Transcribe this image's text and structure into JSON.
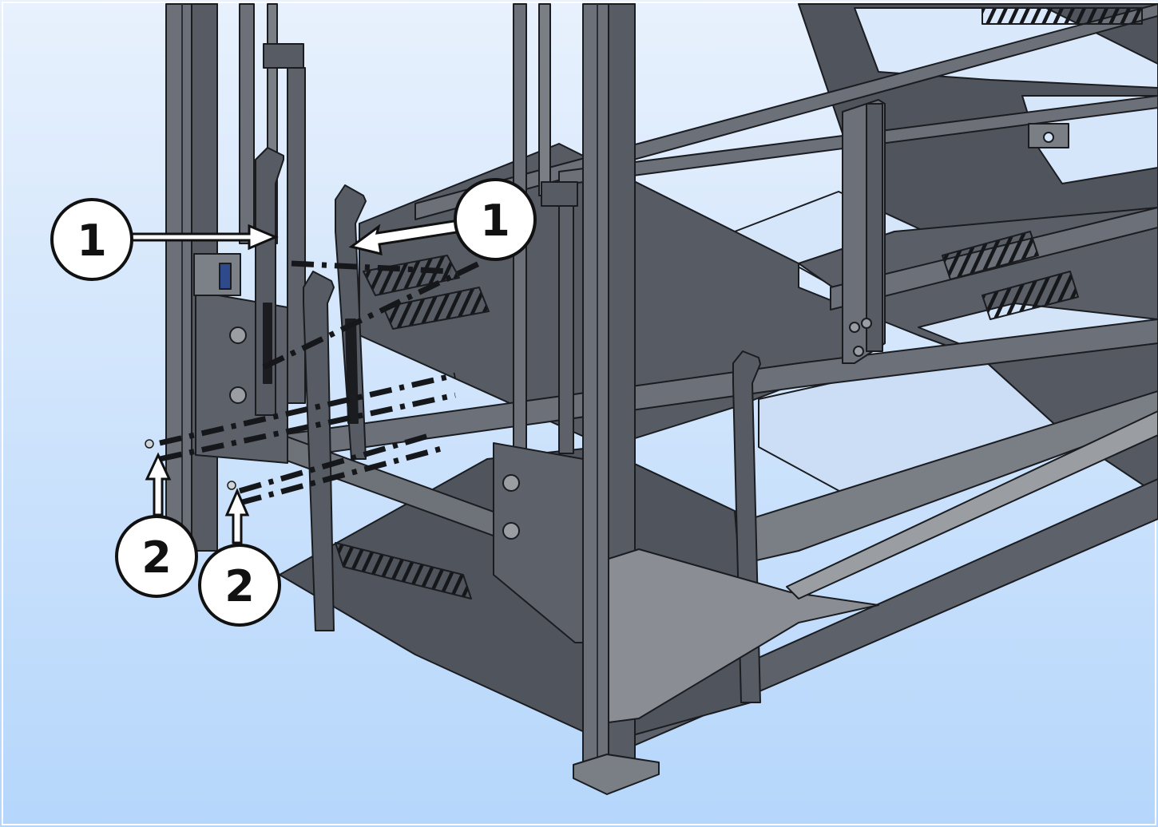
{
  "callouts": [
    {
      "id": "callout-1a",
      "label": "1"
    },
    {
      "id": "callout-1b",
      "label": "1"
    },
    {
      "id": "callout-2a",
      "label": "2"
    },
    {
      "id": "callout-2b",
      "label": "2"
    }
  ],
  "colors": {
    "background_top": "#e8f1fd",
    "background_bottom": "#b5d6fb",
    "steel_dark": "#50555d",
    "steel_mid": "#6b7079",
    "steel_light": "#888c92",
    "outline": "#1a1c20",
    "callout_fill": "#ffffff",
    "callout_stroke": "#111111"
  }
}
